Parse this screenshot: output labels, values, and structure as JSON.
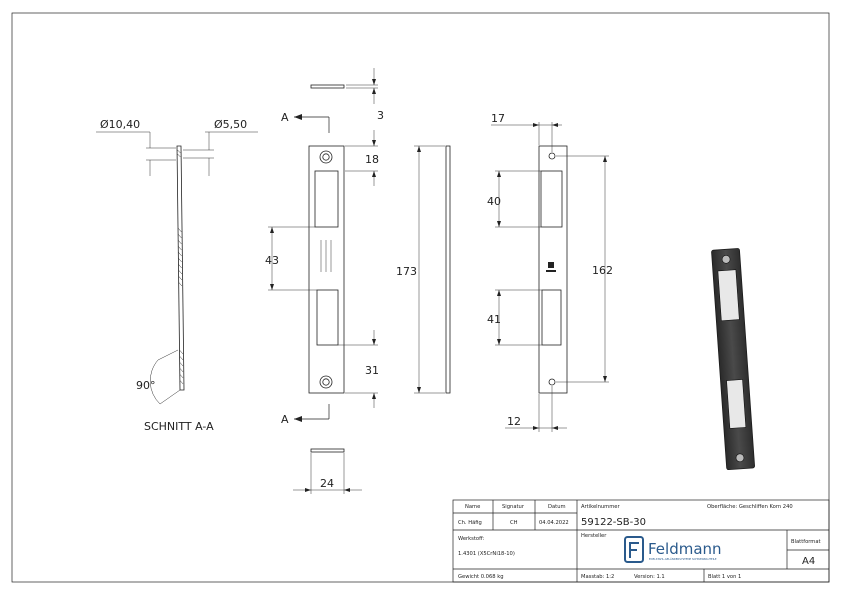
{
  "dimensions": {
    "dia_large": "10,40",
    "dia_small": "5,50",
    "dia_symbol": "Ø",
    "angle": "90°",
    "section_label": "SCHNITT A-A",
    "cut_marker": "A",
    "top_thickness": "3",
    "top_hole_offset": "18",
    "slot_spacing": "43",
    "bottom_offset": "31",
    "width": "24",
    "overall_length": "173",
    "hole_offset_x": "17",
    "upper_slot_height": "40",
    "hole_spacing": "162",
    "lower_slot_height": "41",
    "bottom_offset_x": "12"
  },
  "title_block": {
    "headers": {
      "name": "Name",
      "signature": "Signatur",
      "date": "Datum"
    },
    "row": {
      "name": "Ch. Häfig",
      "signature": "CH",
      "date": "04.04.2022"
    },
    "article_label": "Artikelnummer",
    "article_number": "59122-SB-30",
    "surface": "Oberfläche: Geschliffen Korn 240",
    "material_label": "Werkstoff:",
    "material_value": "1.4301 (X5CrNi18-10)",
    "manufacturer_label": "Hersteller",
    "brand": "Feldmann",
    "brand_sub": "EDELSTAHL-GELÄNDERSYSTEME SCHWEIßBAUTEILE",
    "format_label": "Blattformat",
    "format_value": "A4",
    "weight": "Gewicht 0.068 kg",
    "scale": "Masstab: 1:2",
    "version": "Version: 1.1",
    "sheet": "Blatt 1 von 1"
  },
  "colors": {
    "line": "#222222",
    "brand": "#2a5a8c",
    "render_dark": "#3d3d3d",
    "render_edge": "#1c1c1c"
  }
}
